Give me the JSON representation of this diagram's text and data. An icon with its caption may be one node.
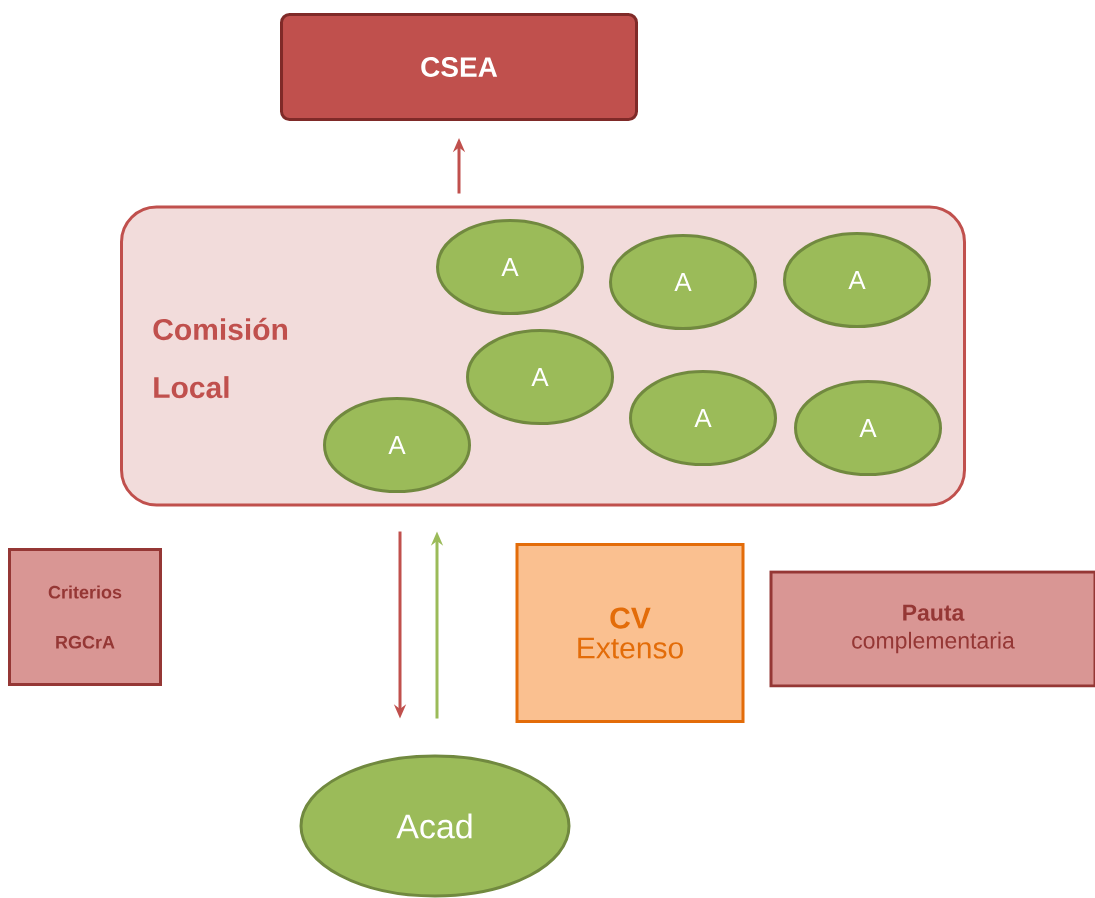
{
  "diagram": {
    "nodes": [
      {
        "text": [
          "CSEA"
        ]
      },
      {
        "text": [
          "Comisión Local"
        ]
      },
      {
        "text": [
          "A"
        ],
        "in": 1
      },
      {
        "text": [
          "A"
        ],
        "in": 1
      },
      {
        "text": [
          "A"
        ],
        "in": 1
      },
      {
        "text": [
          "A"
        ],
        "in": 1
      },
      {
        "text": [
          "A"
        ],
        "in": 1
      },
      {
        "text": [
          "A"
        ],
        "in": 1
      },
      {
        "text": [
          "A"
        ],
        "in": 1
      },
      {
        "text": [
          "Criterios RGCrA"
        ]
      },
      {
        "text": [
          "CV",
          "Extenso"
        ]
      },
      {
        "text": [
          "Pauta",
          "complementaria"
        ]
      },
      {
        "text": [
          "Acad"
        ]
      }
    ],
    "edges": [
      {
        "from": 1,
        "to": 0,
        "arrow": "to"
      },
      {
        "from": 1,
        "to": 12,
        "arrow": "to"
      },
      {
        "from": 12,
        "to": 1,
        "arrow": "to",
        "color": "#9bbb59"
      }
    ]
  }
}
